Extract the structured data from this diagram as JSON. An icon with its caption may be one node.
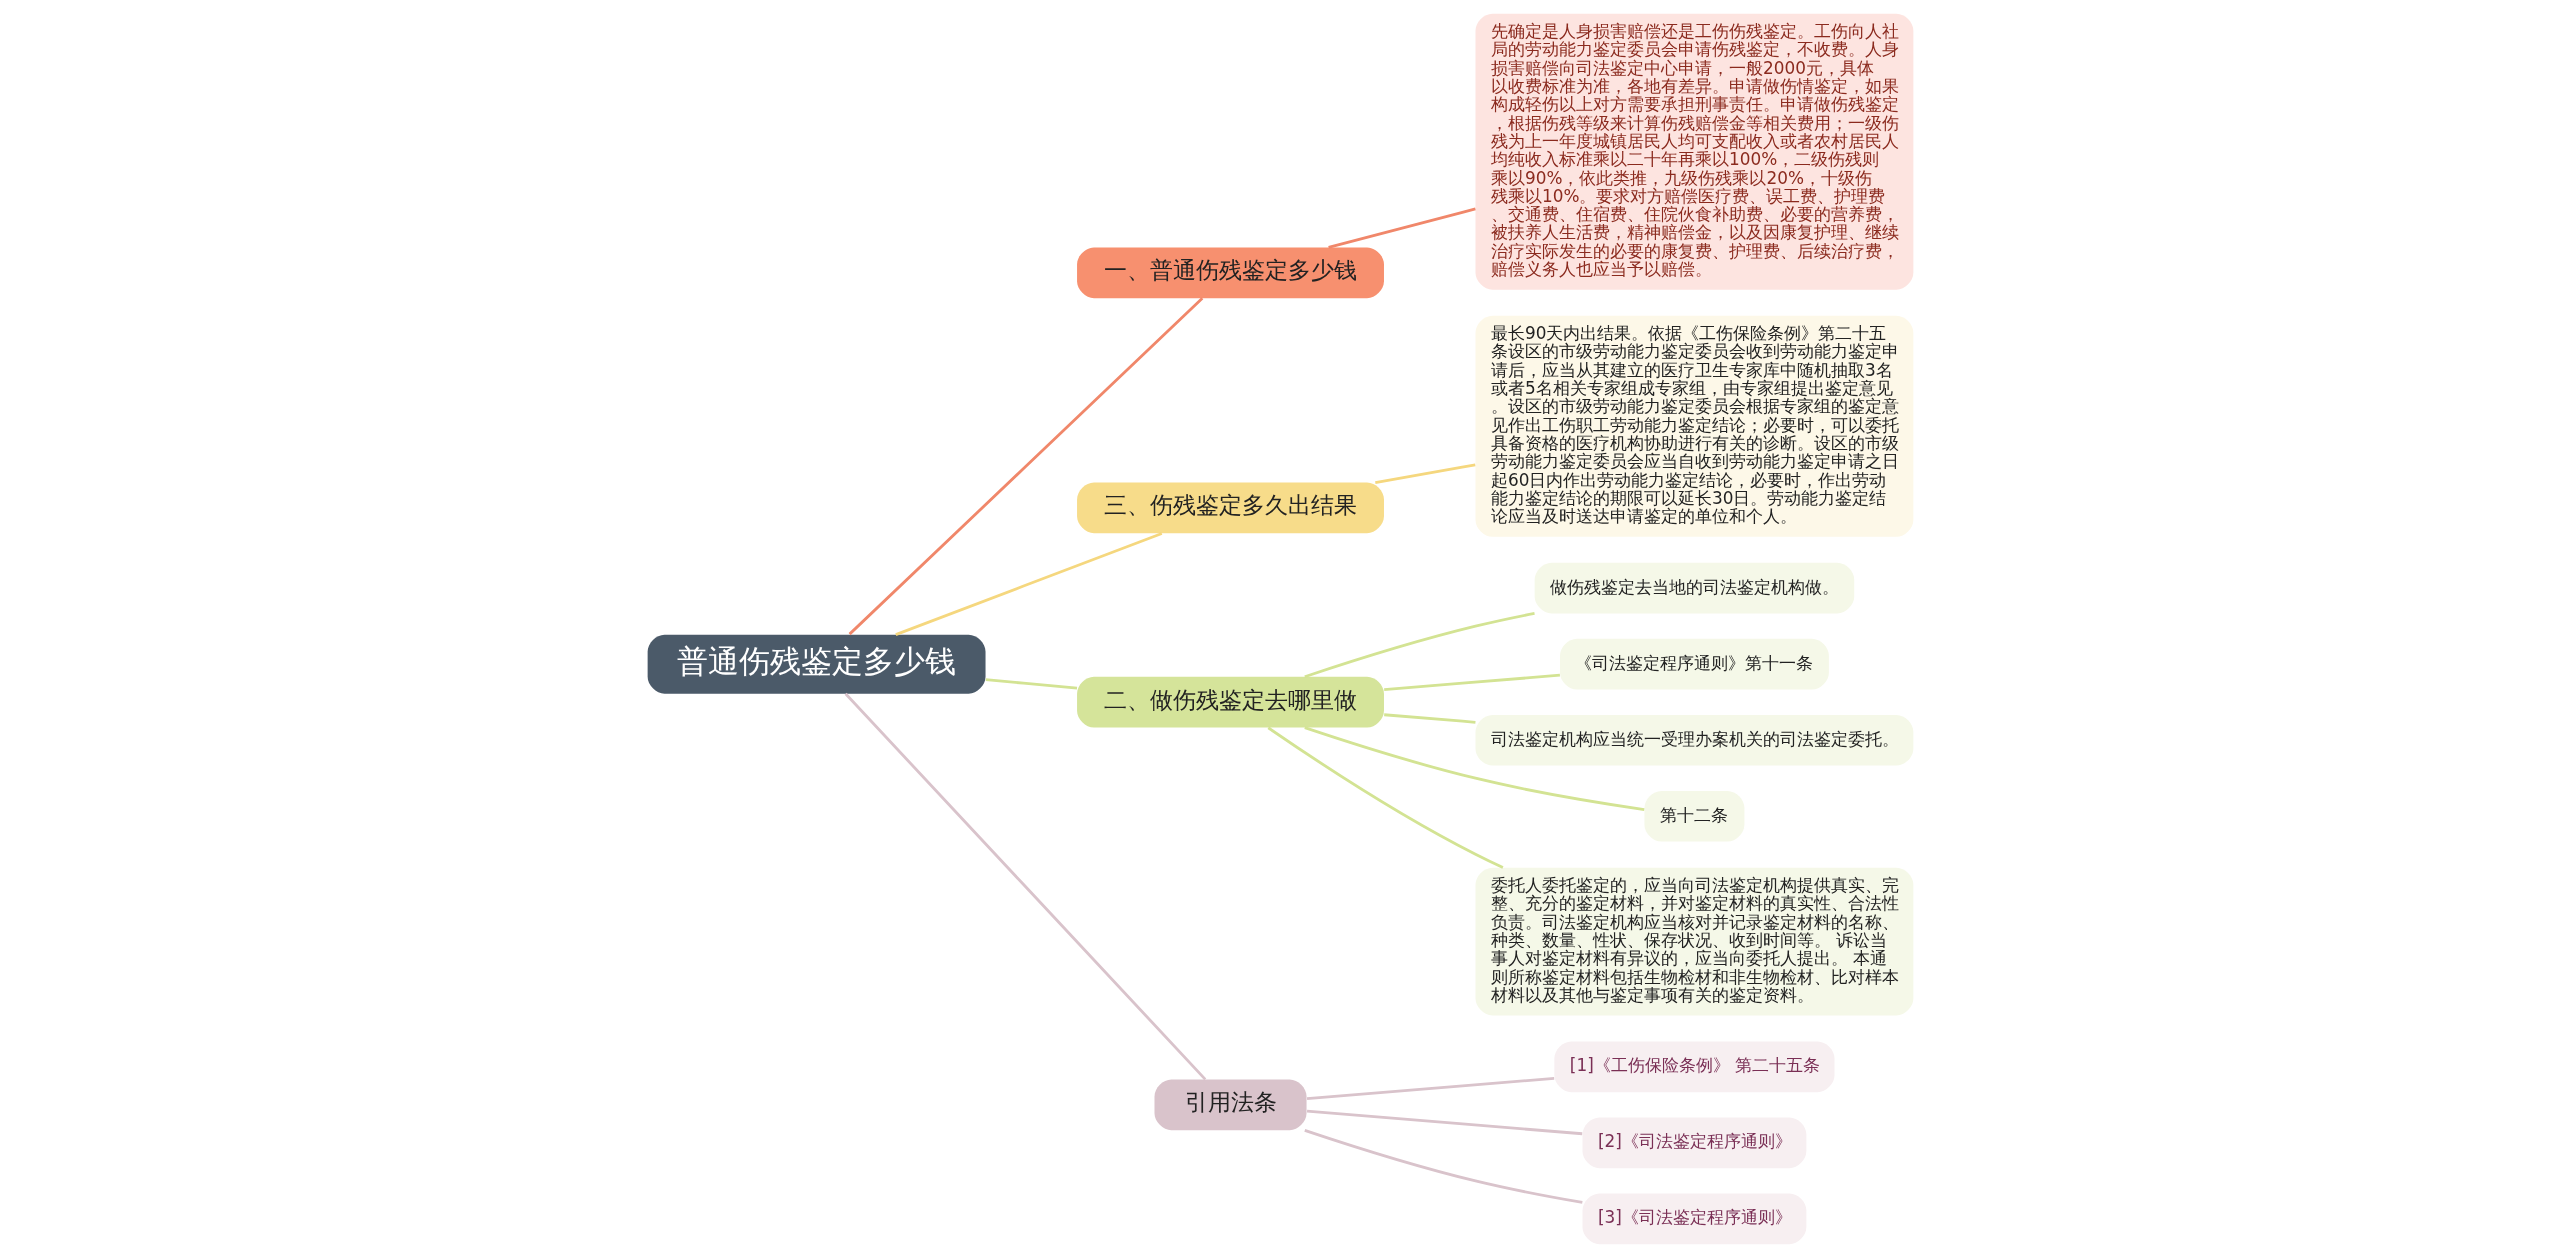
{
  "diagram": {
    "nodes": [
      {
        "text": [
          "普通伤残鉴定多少钱"
        ]
      },
      {
        "text": [
          "一、普通伤残鉴定多少钱"
        ]
      },
      {
        "text": [
          "先确定是人身损害赔偿还是工伤伤残鉴定。工伤向人社局的劳动能力鉴定委员会申请伤残鉴定，不收费。人身损害赔偿向司法鉴定中心申请，一般2000元，具体以收费标准为准，各地有差异。申请做伤情鉴定，如果构成轻伤以上对方需要承担刑事责任。申请做伤残鉴定，根据伤残等级来计算伤残赔偿金等相关费用；一级伤残为上一年度城镇居民人均可支配收入或者农村居民人均纯收入标准乘以二十年再乘以100%，二级伤残则乘以90%，依此类推，九级伤残乘以20%，十级伤残乘以10%。要求对方赔偿医疗费、误工费、护理费、交通费、住宿费、住院伙食补助费、必要的营养费，被扶养人生活费，精神赔偿金，以及因康复护理、继续治疗实际发生的必要的康复费、护理费、后续治疗费，赔偿义务人也应当予以赔偿。"
        ]
      },
      {
        "text": [
          "三、伤残鉴定多久出结果"
        ]
      },
      {
        "text": [
          "最长90天内出结果。依据《工伤保险条例》第二十五条设区的市级劳动能力鉴定委员会收到劳动能力鉴定申请后，应当从其建立的医疗卫生专家库中随机抽取3名或者5名相关专家组成专家组，由专家组提出鉴定意见。设区的市级劳动能力鉴定委员会根据专家组的鉴定意见作出工伤职工劳动能力鉴定结论；必要时，可以委托具备资格的医疗机构协助进行有关的诊断。设区的市级劳动能力鉴定委员会应当自收到劳动能力鉴定申请之日起60日内作出劳动能力鉴定结论，必要时，作出劳动能力鉴定结论的期限可以延长30日。劳动能力鉴定结论应当及时送达申请鉴定的单位和个人。"
        ]
      },
      {
        "text": [
          "二、做伤残鉴定去哪里做"
        ]
      },
      {
        "text": [
          "做伤残鉴定去当地的司法鉴定机构做。"
        ]
      },
      {
        "text": [
          "《司法鉴定程序通则》第十一条"
        ]
      },
      {
        "text": [
          "司法鉴定机构应当统一受理办案机关的司法鉴定委托。"
        ]
      },
      {
        "text": [
          "第十二条"
        ]
      },
      {
        "text": [
          "委托人委托鉴定的，应当向司法鉴定机构提供真实、完整、充分的鉴定材料，并对鉴定材料的真实性、合法性负责。司法鉴定机构应当核对并记录鉴定材料的名称、种类、数量、性状、保存状况、收到时间等。 诉讼当事人对鉴定材料有异议的，应当向委托人提出。 本通则所称鉴定材料包括生物检材和非生物检材、比对样本材料以及其他与鉴定事项有关的鉴定资料。"
        ]
      },
      {
        "text": [
          "引用法条"
        ]
      },
      {
        "text": [
          "[1]《工伤保险条例》 第二十五条"
        ]
      },
      {
        "text": [
          "[2]《司法鉴定程序通则》"
        ]
      },
      {
        "text": [
          "[3]《司法鉴定程序通则》"
        ]
      }
    ],
    "edges": [
      {
        "from": 0,
        "to": 1,
        "arrow": "none",
        "color": "#f0876a"
      },
      {
        "from": 1,
        "to": 2,
        "arrow": "none",
        "color": "#f0876a"
      },
      {
        "from": 0,
        "to": 3,
        "arrow": "none",
        "color": "#f5d77e"
      },
      {
        "from": 3,
        "to": 4,
        "arrow": "none",
        "color": "#f5d77e"
      },
      {
        "from": 0,
        "to": 5,
        "arrow": "none",
        "color": "#d3e393"
      },
      {
        "from": 5,
        "to": 6,
        "arrow": "none",
        "color": "#d3e393"
      },
      {
        "from": 5,
        "to": 7,
        "arrow": "none",
        "color": "#d3e393"
      },
      {
        "from": 5,
        "to": 8,
        "arrow": "none",
        "color": "#d3e393"
      },
      {
        "from": 5,
        "to": 9,
        "arrow": "none",
        "color": "#d3e393"
      },
      {
        "from": 5,
        "to": 10,
        "arrow": "none",
        "color": "#d3e393"
      },
      {
        "from": 0,
        "to": 11,
        "arrow": "none",
        "color": "#d9c3cb"
      },
      {
        "from": 11,
        "to": 12,
        "arrow": "none",
        "color": "#d9c3cb"
      },
      {
        "from": 11,
        "to": 13,
        "arrow": "none",
        "color": "#d9c3cb"
      },
      {
        "from": 11,
        "to": 14,
        "arrow": "none",
        "color": "#d9c3cb"
      }
    ]
  }
}
